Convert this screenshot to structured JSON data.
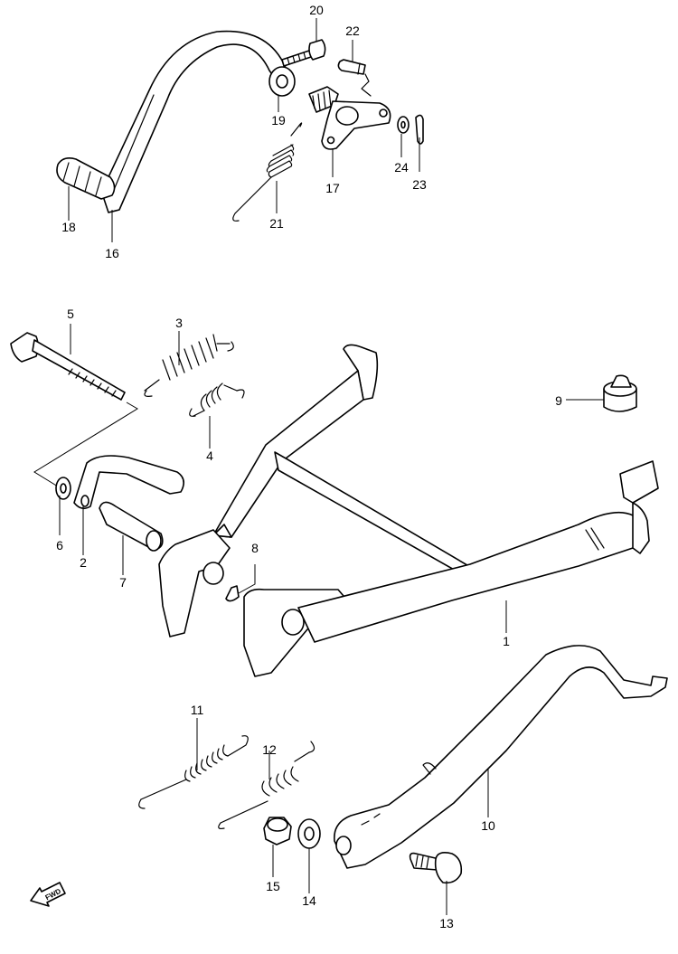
{
  "labels": {
    "p1": "1",
    "p2": "2",
    "p3": "3",
    "p4": "4",
    "p5": "5",
    "p6": "6",
    "p7": "7",
    "p8": "8",
    "p9": "9",
    "p10": "10",
    "p11": "11",
    "p12": "12",
    "p13": "13",
    "p14": "14",
    "p15": "15",
    "p16": "16",
    "p17": "17",
    "p18": "18",
    "p19": "19",
    "p20": "20",
    "p21": "21",
    "p22": "22",
    "p23": "23",
    "p24": "24"
  },
  "fwd_mark": "FWD"
}
